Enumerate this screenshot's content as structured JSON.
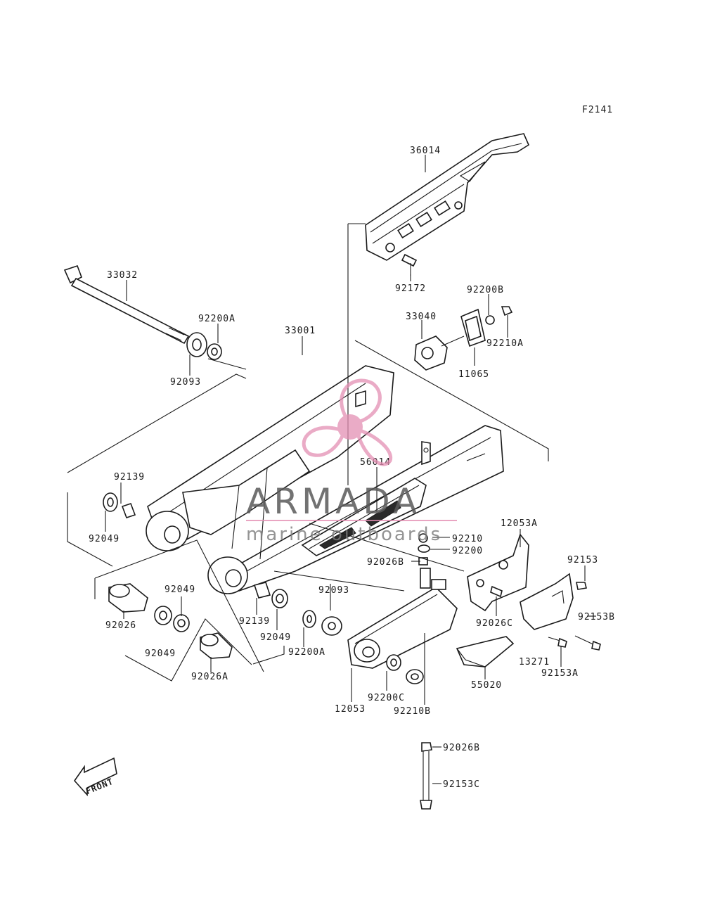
{
  "diagram": {
    "figure_code": "F2141",
    "front_label": "FRONT",
    "watermark": {
      "name": "ARMADA",
      "subtitle": "marine outboards",
      "logo_color": "#e48fb3"
    },
    "labels": {
      "p36014": "36014",
      "p33032": "33032",
      "p92172": "92172",
      "p92200B": "92200B",
      "p33040": "33040",
      "p92210A": "92210A",
      "p92200A_top": "92200A",
      "p33001": "33001",
      "p92093_top": "92093",
      "p11065": "11065",
      "p92139_left": "92139",
      "p56014": "56014",
      "p92049_left": "92049",
      "p12053A": "12053A",
      "p92210": "92210",
      "p92200": "92200",
      "p92153": "92153",
      "p92026B_mid": "92026B",
      "p92093_mid": "92093",
      "p92049_a": "92049",
      "p92026C": "92026C",
      "p92153B": "92153B",
      "p92026": "92026",
      "p92139_mid": "92139",
      "p92049_b": "92049",
      "p92200A_bot": "92200A",
      "p13271": "13271",
      "p92153A": "92153A",
      "p92049_c": "92049",
      "p92026A": "92026A",
      "p55020": "55020",
      "p12053": "12053",
      "p92200C": "92200C",
      "p92210B": "92210B",
      "p92026B_bot": "92026B",
      "p92153C": "92153C"
    }
  }
}
